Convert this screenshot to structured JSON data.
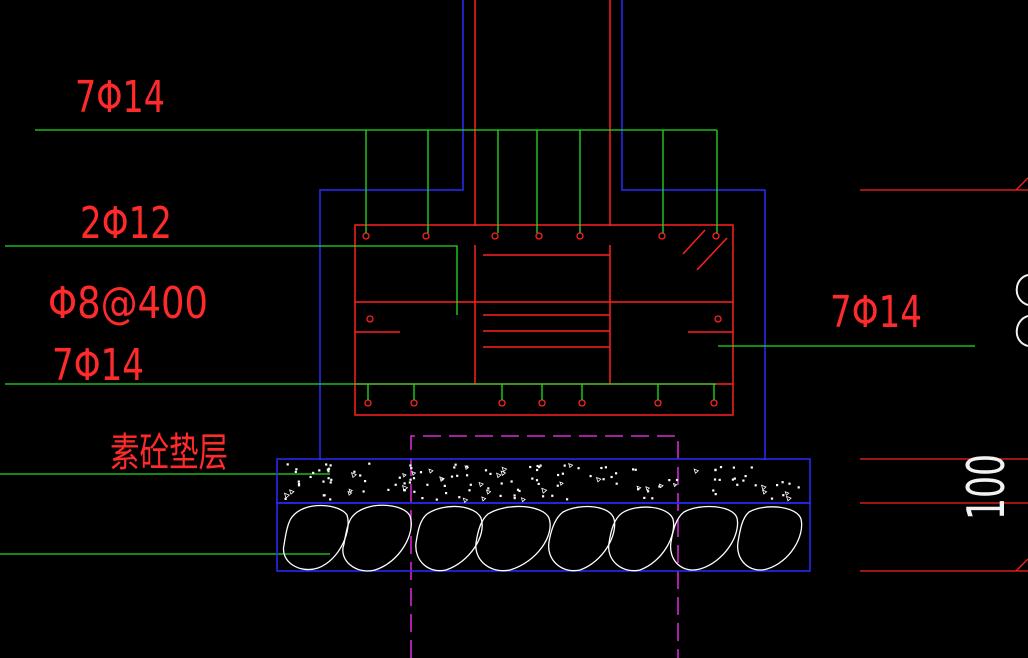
{
  "labels": {
    "top_bars": "7Φ14",
    "waist_bars": "2Φ12",
    "stirrups": "Φ8@400",
    "bottom_bars": "7Φ14",
    "plain_concrete_bedding": "素砼垫层",
    "right_bars": "7Φ14",
    "dimension": "100"
  },
  "colors": {
    "background": "#000000",
    "rebar_leader": "#22dd22",
    "outline": "#ff2020",
    "formwork": "#2a2aff",
    "centerline": "#ff33ff",
    "stone": "#ffffff",
    "text": "#ff2b2b"
  }
}
